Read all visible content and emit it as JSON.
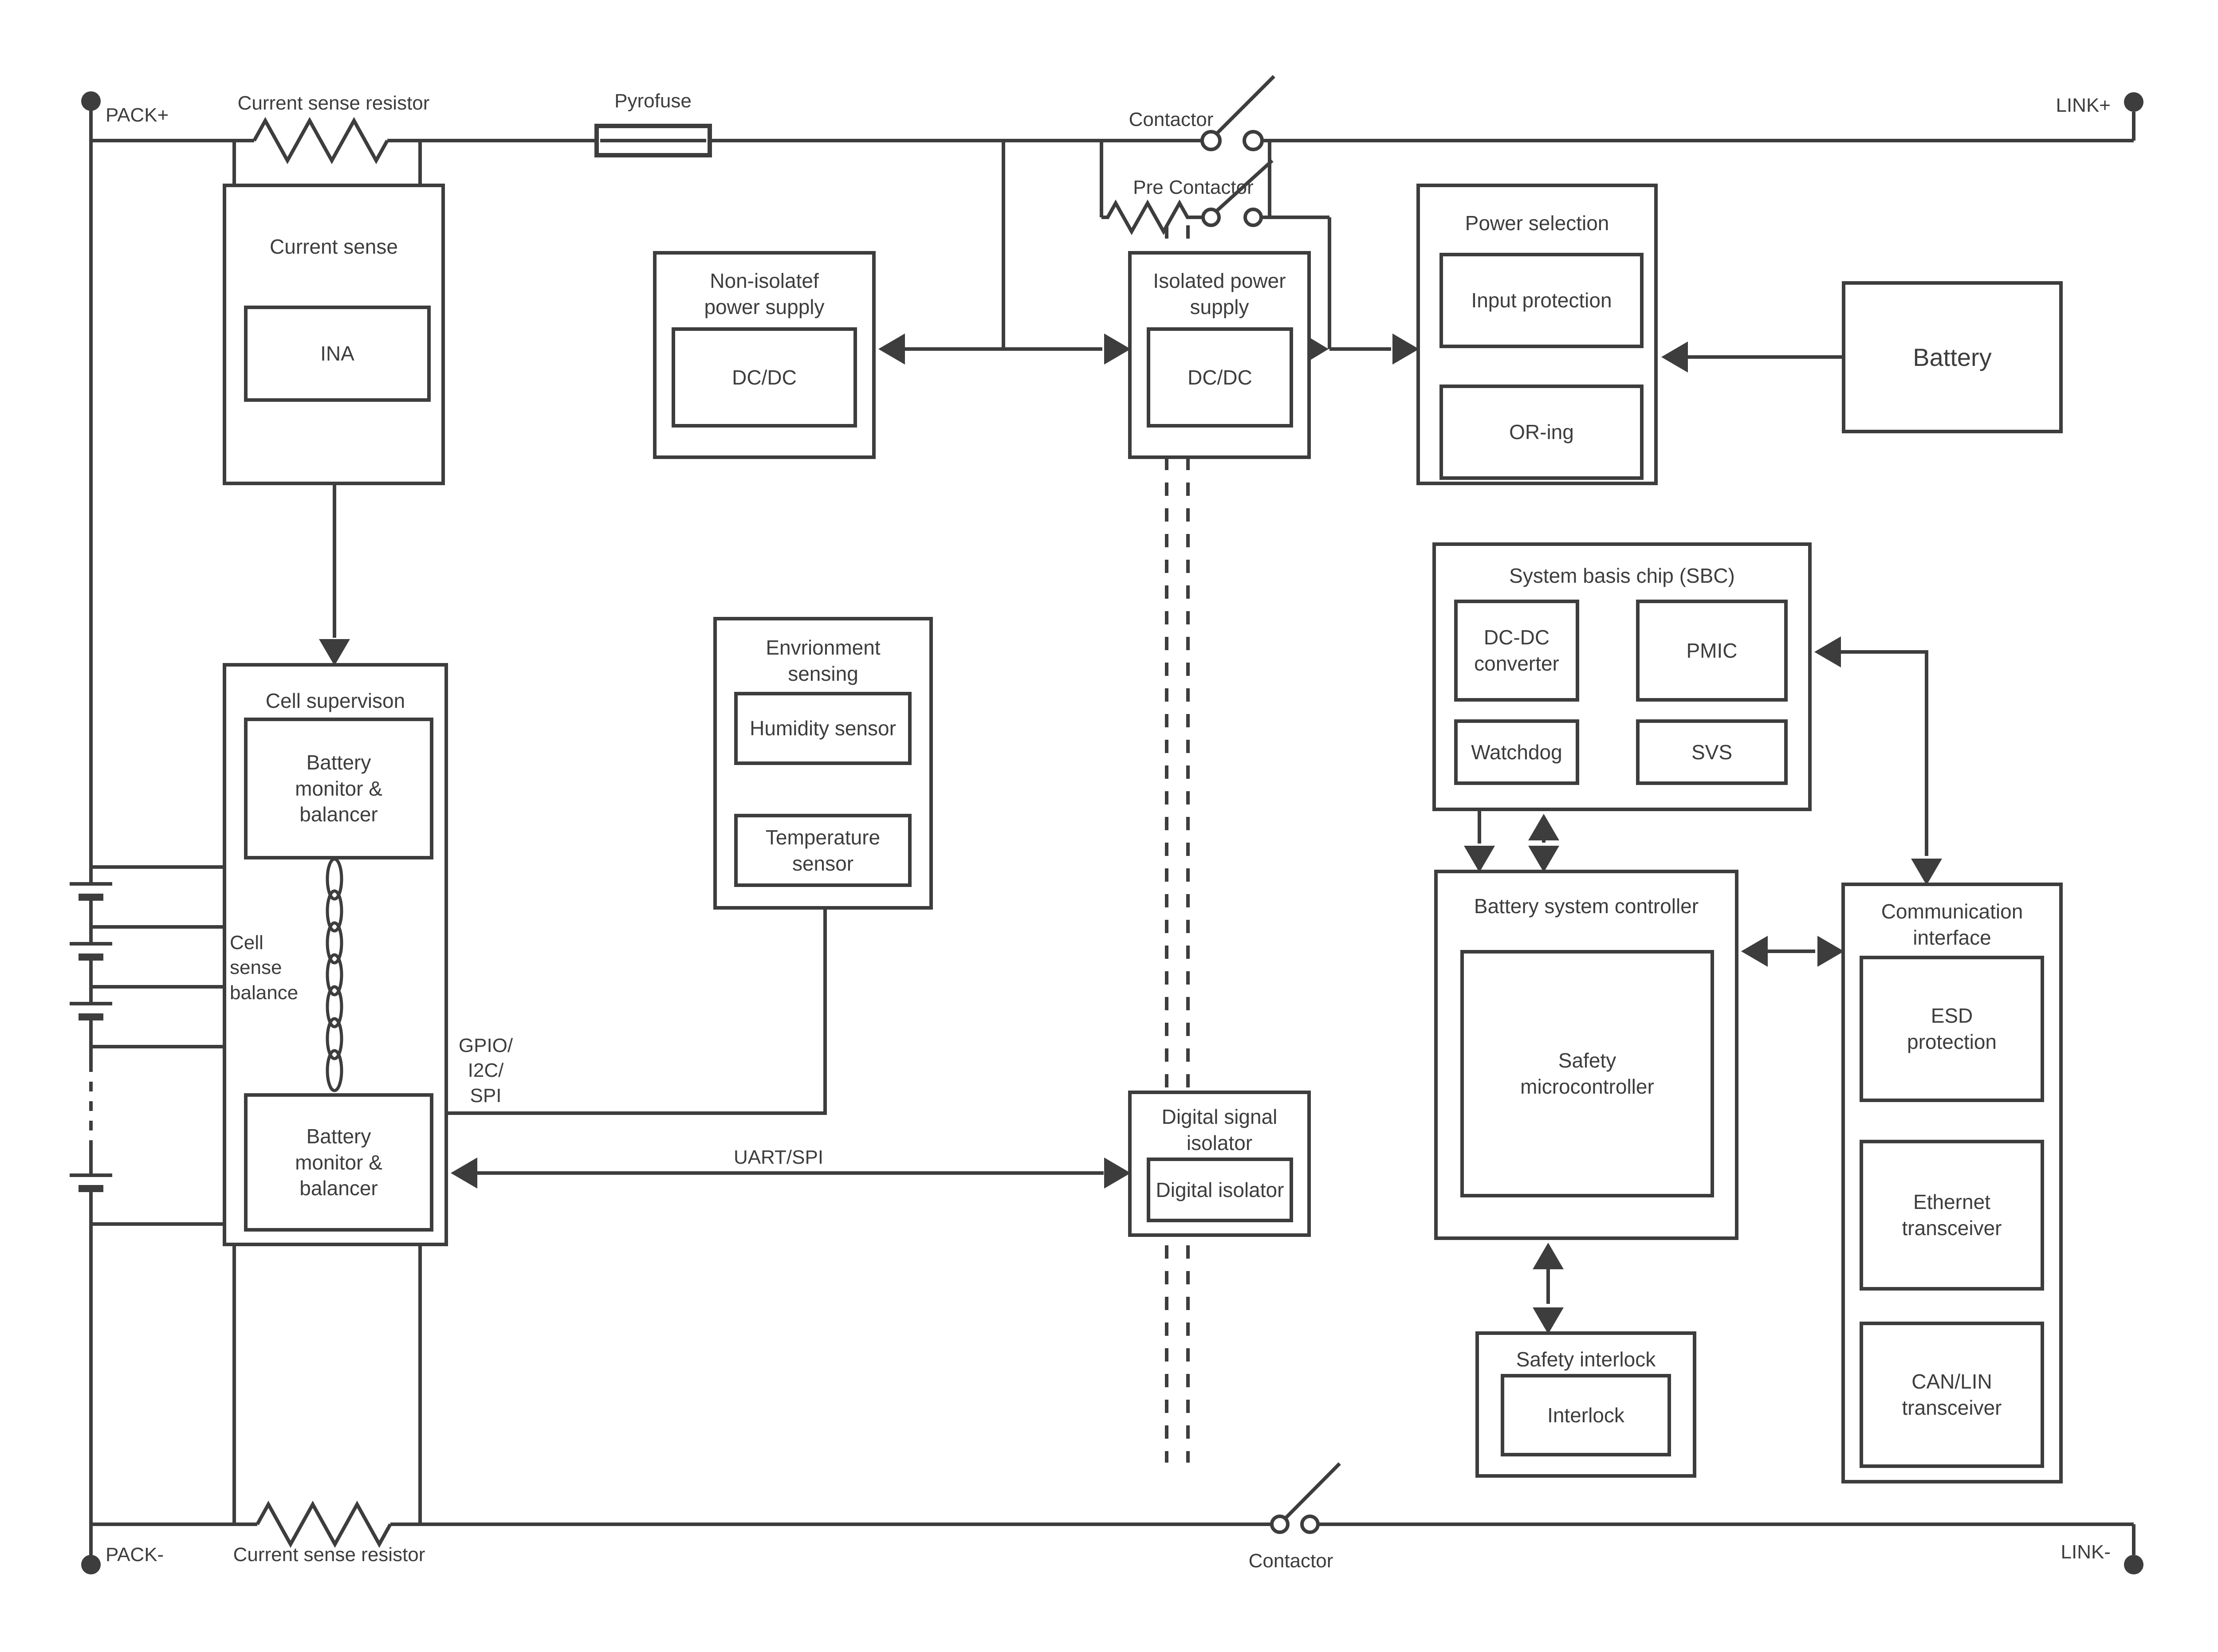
{
  "labels": {
    "pack_plus": "PACK+",
    "pack_minus": "PACK-",
    "link_plus": "LINK+",
    "link_minus": "LINK-",
    "current_sense_resistor_top": "Current sense resistor",
    "current_sense_resistor_bottom": "Current sense resistor",
    "pyrofuse": "Pyrofuse",
    "contactor_top": "Contactor",
    "pre_contactor": "Pre Contactor",
    "contactor_bottom": "Contactor",
    "gpio_bus": "GPIO/\nI2C/\nSPI",
    "uart_bus": "UART/SPI",
    "cell_sense_note": "Cell\nsense\nbalance"
  },
  "blocks": {
    "current_sense": {
      "title": "Current sense",
      "ina": "INA"
    },
    "cell_supervision": {
      "title": "Cell supervison",
      "monitor_top": "Battery\nmonitor &\nbalancer",
      "monitor_bottom": "Battery\nmonitor &\nbalancer"
    },
    "environment_sensing": {
      "title": "Envrionment\nsensing",
      "humidity": "Humidity sensor",
      "temperature": "Temperature\nsensor"
    },
    "non_isolated_supply": {
      "title": "Non-isolatef\npower supply",
      "dcdc": "DC/DC"
    },
    "isolated_supply": {
      "title": "Isolated power\nsupply",
      "dcdc": "DC/DC"
    },
    "power_selection": {
      "title": "Power selection",
      "input_protection": "Input protection",
      "oring": "OR-ing"
    },
    "battery": {
      "title": "Battery"
    },
    "sbc": {
      "title": "System basis chip (SBC)",
      "dcdc_converter": "DC-DC\nconverter",
      "pmic": "PMIC",
      "watchdog": "Watchdog",
      "svs": "SVS"
    },
    "battery_system_controller": {
      "title": "Battery system controller",
      "safety_mcu": "Safety\nmicrocontroller"
    },
    "communication_interface": {
      "title": "Communication\ninterface",
      "esd": "ESD\nprotection",
      "ethernet": "Ethernet\ntransceiver",
      "can_lin": "CAN/LIN\ntransceiver"
    },
    "safety_interlock": {
      "title": "Safety interlock",
      "interlock": "Interlock"
    },
    "digital_signal_isolator": {
      "title": "Digital signal\nisolator",
      "digital_isolator": "Digital isolator"
    }
  }
}
